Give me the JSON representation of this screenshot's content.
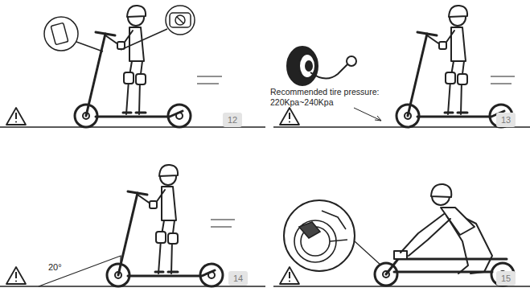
{
  "diagram": {
    "labels": [
      "12",
      "Recommended tire pressure: 220Kpa~240Kpa",
      "13",
      "20°",
      "14",
      "15"
    ]
  }
}
